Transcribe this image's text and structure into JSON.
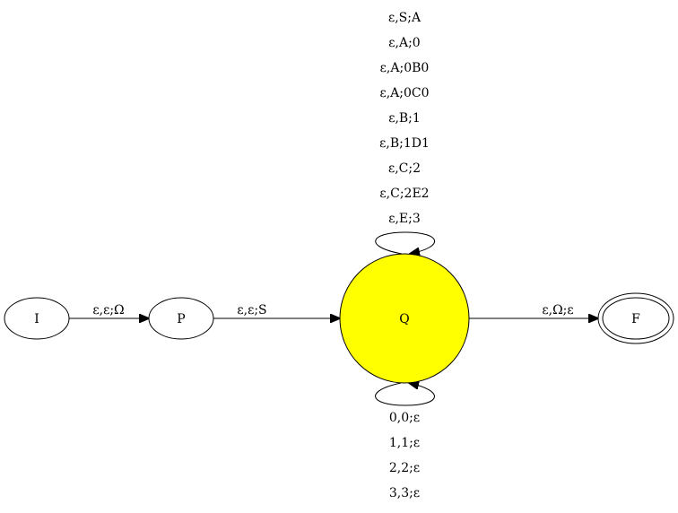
{
  "colors": {
    "highlight_node_fill": "#ffff00",
    "node_fill": "#ffffff",
    "stroke": "#000000",
    "highlight_label": "#ff0000",
    "label": "#000000"
  },
  "nodes": {
    "i": {
      "label": "I"
    },
    "p": {
      "label": "P"
    },
    "q": {
      "label": "Q"
    },
    "f": {
      "label": "F"
    }
  },
  "edges": {
    "i_p": {
      "label": "ε,ε;Ω"
    },
    "p_q": {
      "label": "ε,ε;S"
    },
    "q_f": {
      "label": "ε,Ω;ε"
    }
  },
  "loops": {
    "top": {
      "labels": [
        {
          "text": "ε,S;A",
          "highlight": false
        },
        {
          "text": "ε,A;0",
          "highlight": false
        },
        {
          "text": "ε,A;0B0",
          "highlight": false
        },
        {
          "text": "ε,A;0C0",
          "highlight": true
        },
        {
          "text": "ε,B;1",
          "highlight": false
        },
        {
          "text": "ε,B;1D1",
          "highlight": false
        },
        {
          "text": "ε,C;2",
          "highlight": false
        },
        {
          "text": "ε,C;2E2",
          "highlight": false
        },
        {
          "text": "ε,E;3",
          "highlight": false
        }
      ]
    },
    "bottom": {
      "labels": [
        {
          "text": "0,0;ε",
          "highlight": false
        },
        {
          "text": "1,1;ε",
          "highlight": false
        },
        {
          "text": "2,2;ε",
          "highlight": false
        },
        {
          "text": "3,3;ε",
          "highlight": false
        }
      ]
    }
  }
}
